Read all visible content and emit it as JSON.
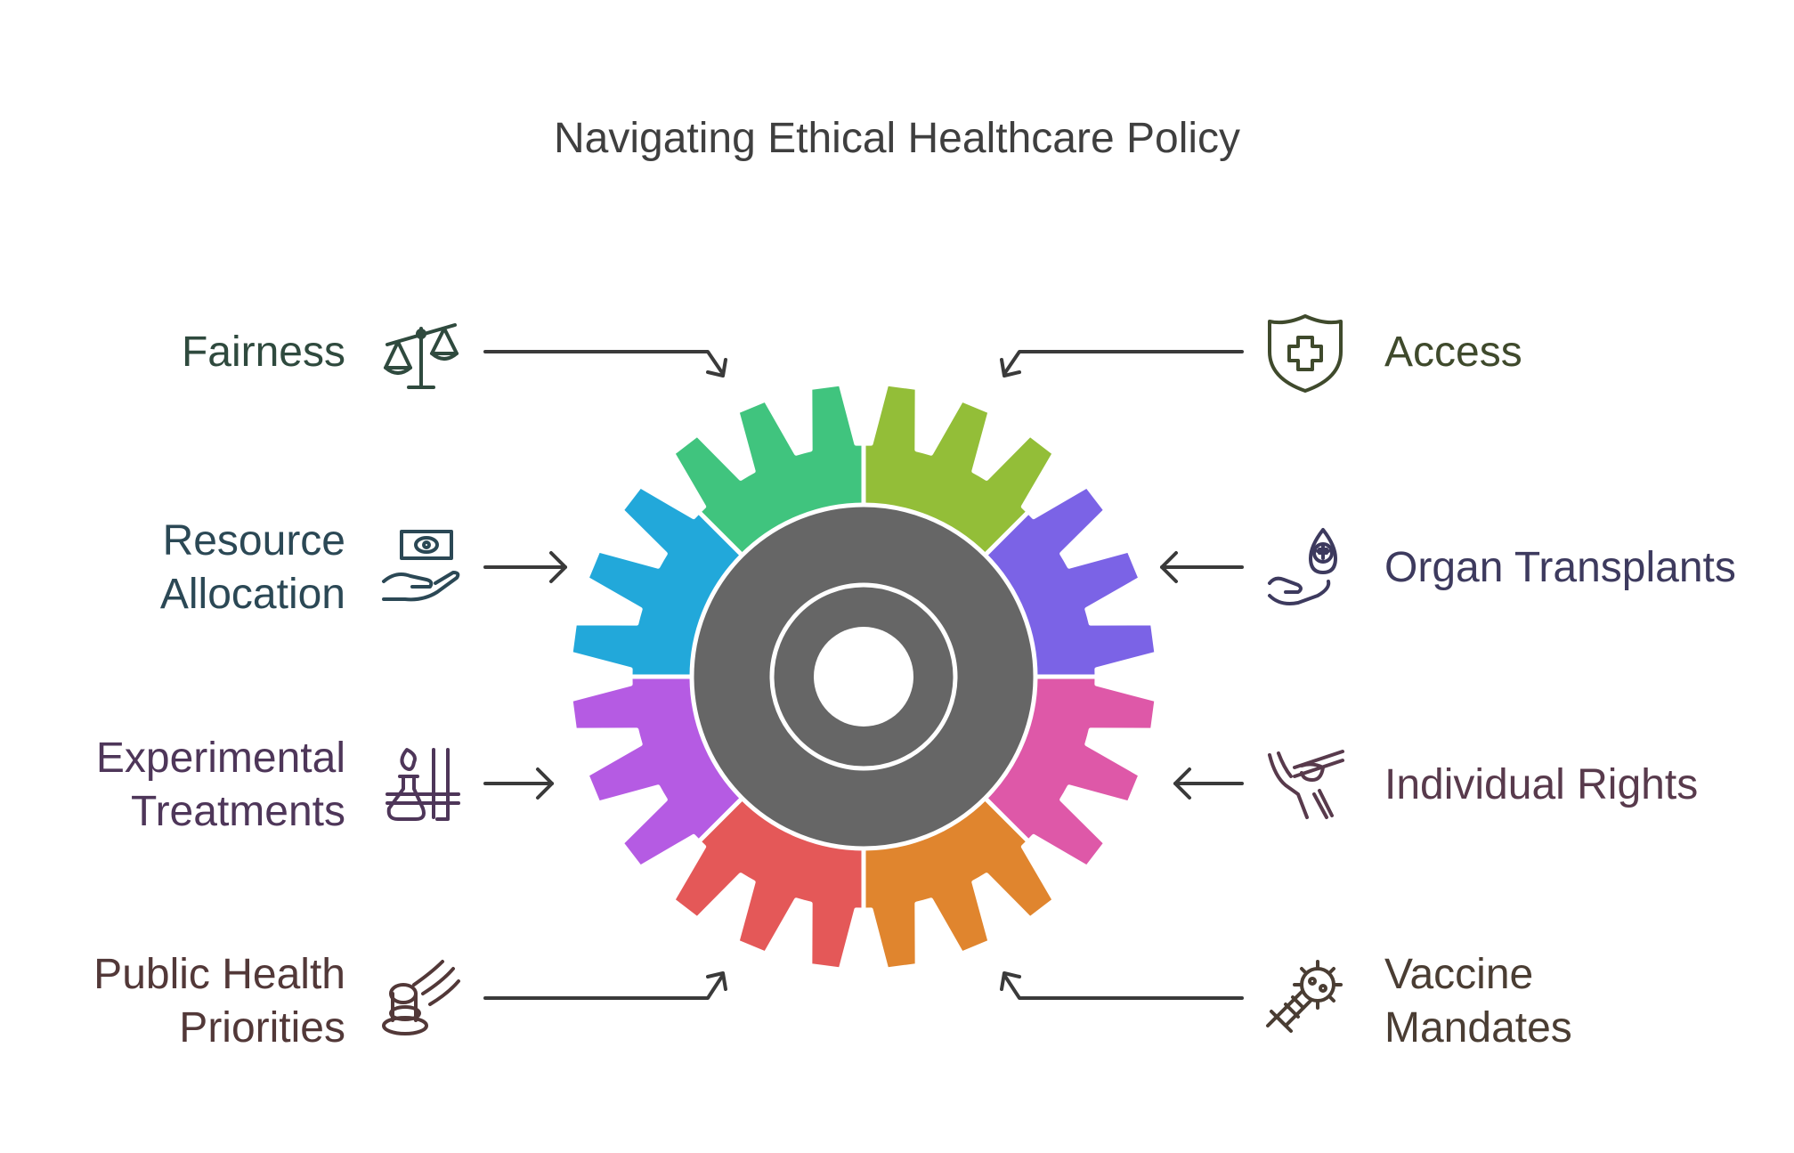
{
  "title": "Navigating Ethical Healthcare Policy",
  "colors": {
    "hub": "#666666",
    "fairness": "#40C47E",
    "access": "#93BE38",
    "resource_allocation": "#22A8DA",
    "organ_transplants": "#7B63E6",
    "experimental_treatments": "#B55BE3",
    "individual_rights": "#DE58A8",
    "public_health_priorities": "#E45858",
    "vaccine_mandates": "#E0852E"
  },
  "items": {
    "fairness": {
      "lines": [
        "Fairness"
      ],
      "icon": "scales-icon",
      "text_color": "#2f4a3e"
    },
    "access": {
      "lines": [
        "Access"
      ],
      "icon": "shield-cross-icon",
      "text_color": "#3f4a2c"
    },
    "resource_allocation": {
      "lines": [
        "Resource",
        "Allocation"
      ],
      "icon": "money-hand-icon",
      "text_color": "#2b4855"
    },
    "organ_transplants": {
      "lines": [
        "Organ Transplants"
      ],
      "icon": "hand-drop-icon",
      "text_color": "#3d3a5e"
    },
    "experimental_treatments": {
      "lines": [
        "Experimental",
        "Treatments"
      ],
      "icon": "lab-flask-icon",
      "text_color": "#4e3659"
    },
    "individual_rights": {
      "lines": [
        "Individual Rights"
      ],
      "icon": "raised-hand-icon",
      "text_color": "#583a4c"
    },
    "public_health_priorities": {
      "lines": [
        "Public Health",
        "Priorities"
      ],
      "icon": "health-target-icon",
      "text_color": "#523838"
    },
    "vaccine_mandates": {
      "lines": [
        "Vaccine",
        "Mandates"
      ],
      "icon": "syringe-virus-icon",
      "text_color": "#4a3d33"
    }
  }
}
